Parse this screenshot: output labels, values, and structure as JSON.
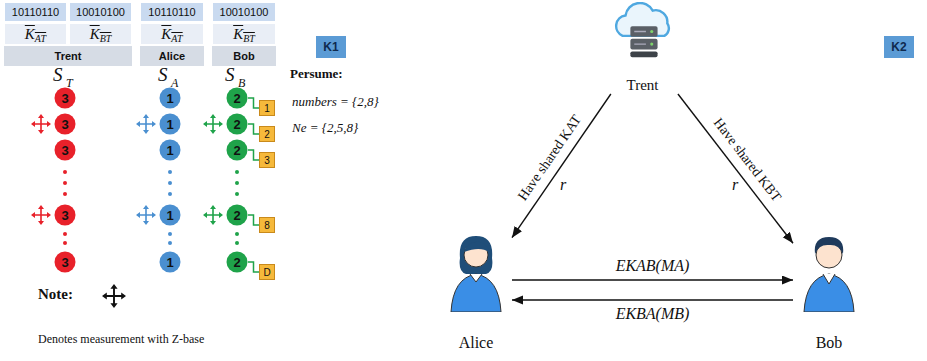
{
  "diagram": {
    "nodes": [
      {
        "text": [
          "10110110"
        ]
      },
      {
        "text": [
          "10010100"
        ]
      },
      {
        "text": [
          "10110110"
        ]
      },
      {
        "text": [
          "10010100"
        ]
      },
      {
        "text": [
          "K",
          "AT"
        ]
      },
      {
        "text": [
          "K",
          "BT"
        ]
      },
      {
        "text": [
          "K",
          "AT"
        ]
      },
      {
        "text": [
          "K",
          "BT"
        ]
      },
      {
        "text": [
          "Trent"
        ]
      },
      {
        "text": [
          "Alice"
        ]
      },
      {
        "text": [
          "Bob"
        ]
      },
      {
        "text": [
          "K1"
        ]
      },
      {
        "text": [
          "3"
        ]
      },
      {
        "text": [
          "3"
        ]
      },
      {
        "text": [
          "3"
        ]
      },
      {
        "text": [
          "3"
        ]
      },
      {
        "text": [
          "3"
        ]
      },
      {
        "text": [
          "1"
        ]
      },
      {
        "text": [
          "1"
        ]
      },
      {
        "text": [
          "1"
        ]
      },
      {
        "text": [
          "1"
        ]
      },
      {
        "text": [
          "1"
        ]
      },
      {
        "text": [
          "2"
        ]
      },
      {
        "text": [
          "2"
        ]
      },
      {
        "text": [
          "2"
        ]
      },
      {
        "text": [
          "2"
        ]
      },
      {
        "text": [
          "2"
        ]
      },
      {
        "text": [
          "1"
        ]
      },
      {
        "text": [
          "2"
        ]
      },
      {
        "text": [
          "3"
        ]
      },
      {
        "text": [
          "8"
        ]
      },
      {
        "text": [
          "D"
        ]
      },
      {
        "text": [
          "K2"
        ]
      },
      {
        "text": [
          "Trent"
        ]
      },
      {
        "text": [
          "Alice"
        ]
      },
      {
        "text": [
          "Bob"
        ]
      }
    ],
    "edges": [
      {
        "from": 22,
        "to": 27,
        "arrow": "none"
      },
      {
        "from": 23,
        "to": 28,
        "arrow": "none"
      },
      {
        "from": 24,
        "to": 29,
        "arrow": "none"
      },
      {
        "from": 25,
        "to": 30,
        "arrow": "none"
      },
      {
        "from": 26,
        "to": 31,
        "arrow": "none"
      },
      {
        "from": 33,
        "to": 34,
        "label": "Have shared KAT",
        "arrow": "to"
      },
      {
        "from": 33,
        "to": 35,
        "label": "Have shared KBT",
        "arrow": "to"
      },
      {
        "from": 34,
        "to": 35,
        "label": "EKAB(MA)",
        "arrow": "to"
      },
      {
        "from": 35,
        "to": 34,
        "label": "EKBA(MB)",
        "arrow": "to"
      }
    ],
    "labels": [
      "S",
      "T",
      "S",
      "A",
      "S",
      "B",
      "Persume:",
      "numbers = {2,8}",
      "Ne = {2,5,8}",
      "Note:",
      "Denotes measurement with Z-base",
      "r",
      "r"
    ]
  }
}
